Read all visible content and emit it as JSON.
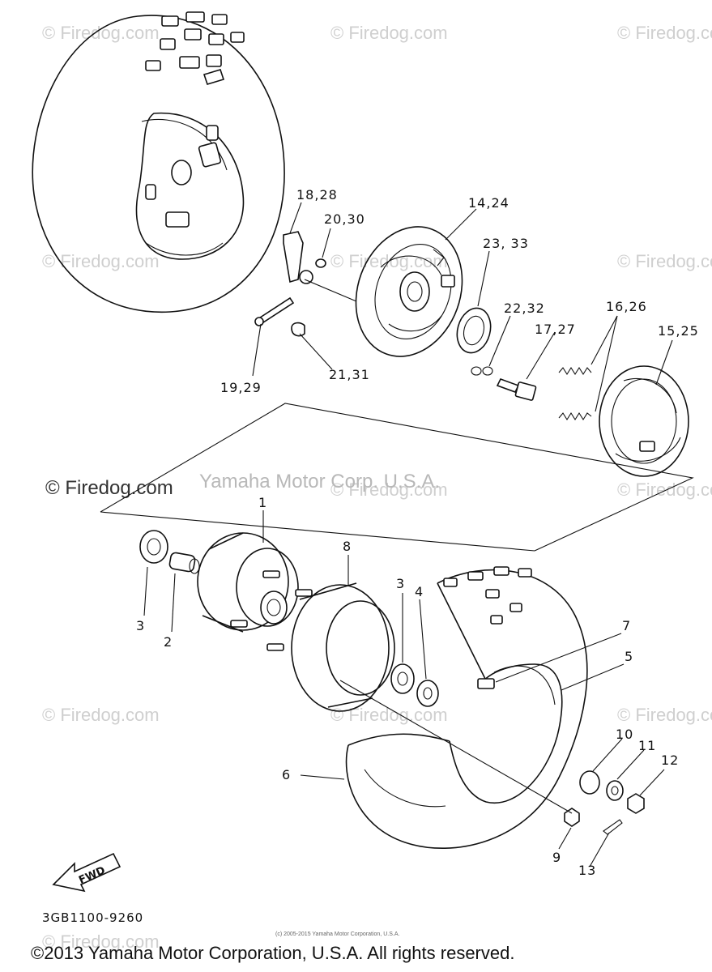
{
  "watermarks": [
    "© Firedog.com",
    "© Firedog.com",
    "© Firedog.com",
    "© Firedog.com",
    "© Firedog.com",
    "© Firedog.com",
    "© Firedog.com",
    "© Firedog.com",
    "© Firedog.com",
    "© Firedog.com",
    "© Firedog.com",
    "© Firedog.com"
  ],
  "watermark_main": "© Firedog.com",
  "watermark_yamaha": "Yamaha Motor Corp. U.S.A.",
  "callouts": {
    "c1": "1",
    "c2": "2",
    "c3a": "3",
    "c3b": "3",
    "c4": "4",
    "c5": "5",
    "c6": "6",
    "c7": "7",
    "c8": "8",
    "c9": "9",
    "c10": "10",
    "c11": "11",
    "c12": "12",
    "c13": "13",
    "c14": "14,24",
    "c15": "15,25",
    "c16": "16,26",
    "c17": "17,27",
    "c18": "18,28",
    "c19": "19,29",
    "c20": "20,30",
    "c21": "21,31",
    "c22": "22,32",
    "c23": "23, 33"
  },
  "fwd_label": "FWD",
  "part_number": "3GB1100-9260",
  "small_copyright": "(c) 2005-2015 Yamaha Motor Corporation, U.S.A.",
  "copyright": "©2013 Yamaha Motor Corporation, U.S.A. All rights reserved."
}
